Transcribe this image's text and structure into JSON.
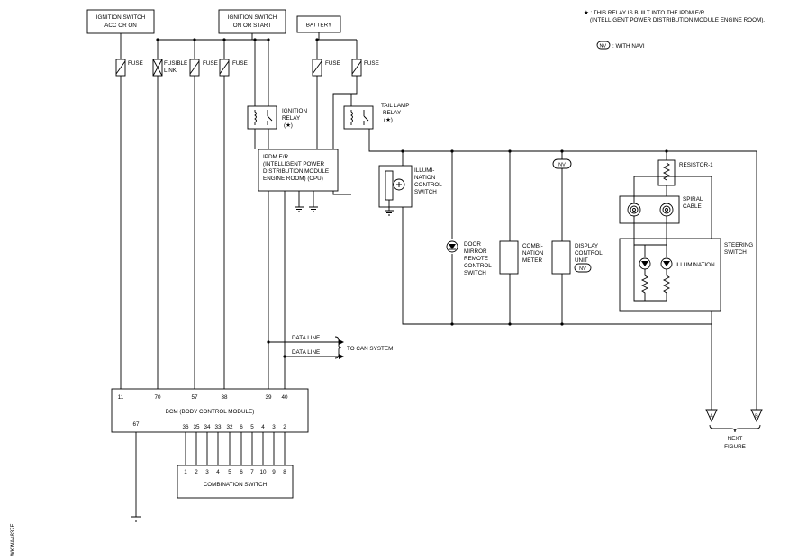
{
  "notes": {
    "relay_note_line1": "★ : THIS RELAY IS BUILT INTO THE IPDM E/R",
    "relay_note_line2": "(INTELLIGENT POWER DISTRIBUTION MODULE ENGINE ROOM).",
    "nv_symbol": "NV",
    "nv_note": ": WITH NAVI"
  },
  "power": {
    "ign_acc_line1": "IGNITION SWITCH",
    "ign_acc_line2": "ACC OR ON",
    "ign_on_line1": "IGNITION SWITCH",
    "ign_on_line2": "ON OR START",
    "battery": "BATTERY"
  },
  "fuses": {
    "fuse1": "FUSE",
    "fusible_line1": "FUSIBLE",
    "fusible_line2": "LINK",
    "fuse3": "FUSE",
    "fuse4": "FUSE",
    "fuse5": "FUSE",
    "fuse6": "FUSE"
  },
  "relays": {
    "ignition_line1": "IGNITION",
    "ignition_line2": "RELAY",
    "ignition_line3": "(★)",
    "tail_line1": "TAIL LAMP",
    "tail_line2": "RELAY",
    "tail_line3": "(★)"
  },
  "ipdm": {
    "line1": "IPDM E/R",
    "line2": "(INTELLIGENT POWER",
    "line3": "DISTRIBUTION MODULE",
    "line4": "ENGINE ROOM) (CPU)"
  },
  "components": {
    "illum_line1": "ILLUMI-",
    "illum_line2": "NATION",
    "illum_line3": "CONTROL",
    "illum_line4": "SWITCH",
    "door_line1": "DOOR",
    "door_line2": "MIRROR",
    "door_line3": "REMOTE",
    "door_line4": "CONTROL",
    "door_line5": "SWITCH",
    "combi_line1": "COMBI-",
    "combi_line2": "NATION",
    "combi_line3": "METER",
    "display_line1": "DISPLAY",
    "display_line2": "CONTROL",
    "display_line3": "UNIT",
    "display_nv": "NV",
    "display_nv_top": "NV",
    "resistor": "RESISTOR-1",
    "spiral_line1": "SPIRAL",
    "spiral_line2": "CABLE",
    "steering_line1": "STEERING",
    "steering_line2": "SWITCH",
    "illumination": "ILLUMINATION"
  },
  "data_lines": {
    "line1": "DATA LINE",
    "line2": "DATA LINE",
    "to_can": "TO CAN SYSTEM"
  },
  "bcm": {
    "name": "BCM (BODY CONTROL MODULE)",
    "top_pins": [
      "11",
      "70",
      "57",
      "38",
      "39",
      "40"
    ],
    "gnd_pin": "67",
    "bottom_pins": [
      "36",
      "35",
      "34",
      "33",
      "32",
      "6",
      "5",
      "4",
      "3",
      "2"
    ]
  },
  "combination_switch": {
    "name": "COMBINATION SWITCH",
    "pins": [
      "1",
      "2",
      "3",
      "4",
      "5",
      "6",
      "7",
      "10",
      "9",
      "8"
    ]
  },
  "connectors": {
    "a": "A",
    "b": "B",
    "next_line1": "NEXT",
    "next_line2": "FIGURE"
  },
  "figure_code": "WKWA4837E"
}
